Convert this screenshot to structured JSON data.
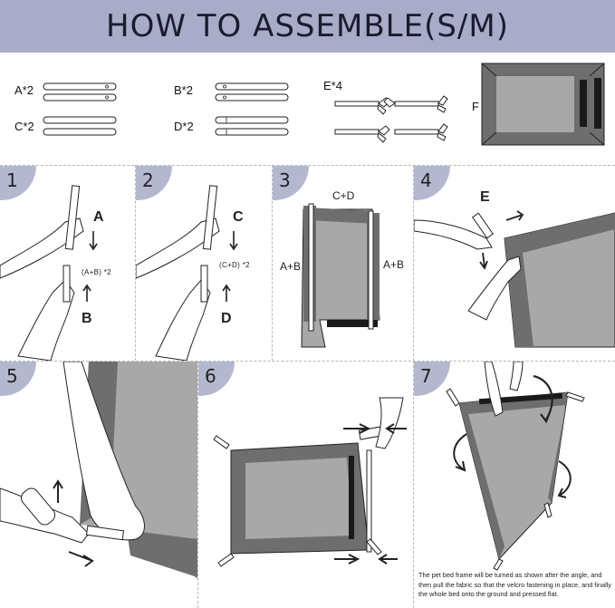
{
  "header": {
    "title": "HOW TO ASSEMBLE(S/M)"
  },
  "parts": {
    "a": "A*2",
    "b": "B*2",
    "c": "C*2",
    "d": "D*2",
    "e": "E*4",
    "f": "F"
  },
  "steps": [
    {
      "number": "1",
      "top": "A",
      "bottom": "B",
      "note": "(A+B) *2"
    },
    {
      "number": "2",
      "top": "C",
      "bottom": "D",
      "note": "(C+D) *2"
    },
    {
      "number": "3",
      "top": "C+D",
      "left": "A+B",
      "right": "A+B"
    },
    {
      "number": "4",
      "top": "E"
    },
    {
      "number": "5"
    },
    {
      "number": "6"
    },
    {
      "number": "7",
      "caption": "The pet bed frame will be turned as shown after the angle, and then pull the fabric so that the velcro fastening in place, and finally the whole bed onto the ground and pressed flat."
    }
  ],
  "colors": {
    "header_bg": "#a9acc8",
    "badge_bg": "#b4b8cf",
    "fabric_dark": "#6e6e6e",
    "fabric_light": "#a8a8a8",
    "velcro": "#1a1a1a"
  }
}
